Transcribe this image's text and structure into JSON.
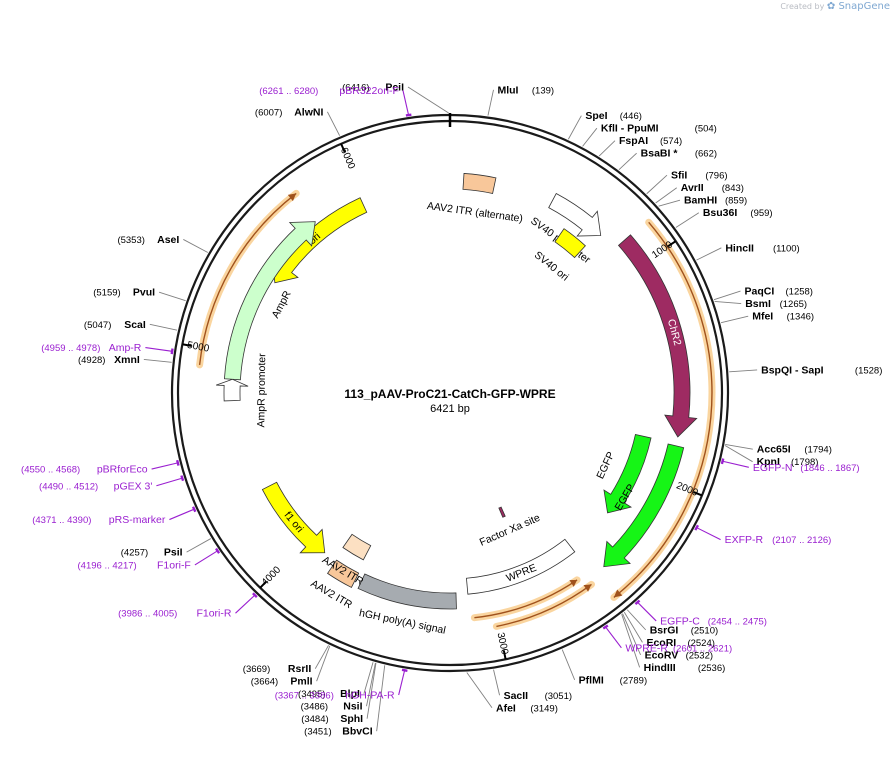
{
  "credit": {
    "prefix": "Created by",
    "brand": "SnapGene"
  },
  "plasmid": {
    "name": "113_pAAV-ProC21-CatCh-GFP-WPRE",
    "length_label": "6421 bp",
    "length": 6421
  },
  "colors": {
    "ori": "#ffff00",
    "itr": "#f8c79a",
    "itr_alt": "#fce0c2",
    "promoter": "#ffffff",
    "sv40ori": "#ffff00",
    "chr2": "#9e2b62",
    "egfp": "#16f516",
    "polyA": "#a6abb0",
    "wpre": "#ffffff",
    "ampR": "#ccffcc",
    "f1ori": "#ffff00",
    "highlight": "#f6b350",
    "primer": "#9a1fd0",
    "enzyme_line": "#808080",
    "ring": "#1a1a1a"
  },
  "ticks": [
    {
      "label": "1000",
      "bp": 1000
    },
    {
      "label": "2000",
      "bp": 2000
    },
    {
      "label": "3000",
      "bp": 3000
    },
    {
      "label": "4000",
      "bp": 4000
    },
    {
      "label": "5000",
      "bp": 5000
    },
    {
      "label": "6000",
      "bp": 6000
    }
  ],
  "enzymes": [
    {
      "name": "PciI",
      "pos": "(6416)",
      "bp": 6416,
      "side": "left"
    },
    {
      "name": "MluI",
      "pos": "(139)",
      "bp": 139,
      "side": "right"
    },
    {
      "name": "SpeI",
      "pos": "(446)",
      "bp": 446,
      "side": "right"
    },
    {
      "name": "KflI  - PpuMI",
      "pos": "(504)",
      "bp": 504,
      "side": "right"
    },
    {
      "name": "FspAI",
      "pos": "(574)",
      "bp": 574,
      "side": "right"
    },
    {
      "name": "BsaBI *",
      "pos": "(662)",
      "bp": 662,
      "side": "right"
    },
    {
      "name": "SfiI",
      "pos": "(796)",
      "bp": 796,
      "side": "right"
    },
    {
      "name": "AvrII",
      "pos": "(843)",
      "bp": 843,
      "side": "right"
    },
    {
      "name": "BamHI",
      "pos": "(859)",
      "bp": 859,
      "side": "right"
    },
    {
      "name": "Bsu36I",
      "pos": "(959)",
      "bp": 959,
      "side": "right"
    },
    {
      "name": "HincII",
      "pos": "(1100)",
      "bp": 1100,
      "side": "right"
    },
    {
      "name": "PaqCI",
      "pos": "(1258)",
      "bp": 1258,
      "side": "right"
    },
    {
      "name": "BsmI",
      "pos": "(1265)",
      "bp": 1265,
      "side": "right"
    },
    {
      "name": "MfeI",
      "pos": "(1346)",
      "bp": 1346,
      "side": "right"
    },
    {
      "name": "BspQI  - SapI",
      "pos": "(1528)",
      "bp": 1528,
      "side": "right"
    },
    {
      "name": "Acc65I",
      "pos": "(1794)",
      "bp": 1794,
      "side": "right"
    },
    {
      "name": "KpnI",
      "pos": "(1798)",
      "bp": 1798,
      "side": "right"
    },
    {
      "name": "BsrGI",
      "pos": "(2510)",
      "bp": 2510,
      "side": "right"
    },
    {
      "name": "EcoRI",
      "pos": "(2524)",
      "bp": 2524,
      "side": "right"
    },
    {
      "name": "EcoRV",
      "pos": "(2532)",
      "bp": 2532,
      "side": "right"
    },
    {
      "name": "HindIII",
      "pos": "(2536)",
      "bp": 2536,
      "side": "right"
    },
    {
      "name": "PflMI",
      "pos": "(2789)",
      "bp": 2789,
      "side": "right"
    },
    {
      "name": "SacII",
      "pos": "(3051)",
      "bp": 3051,
      "side": "right"
    },
    {
      "name": "AfeI",
      "pos": "(3149)",
      "bp": 3149,
      "side": "right"
    },
    {
      "name": "BbvCI",
      "pos": "(3451)",
      "bp": 3451,
      "side": "left"
    },
    {
      "name": "SphI",
      "pos": "(3484)",
      "bp": 3484,
      "side": "left"
    },
    {
      "name": "NsiI",
      "pos": "(3486)",
      "bp": 3486,
      "side": "left"
    },
    {
      "name": "BlpI",
      "pos": "(3495)",
      "bp": 3495,
      "side": "left"
    },
    {
      "name": "PmlI",
      "pos": "(3664)",
      "bp": 3664,
      "side": "left"
    },
    {
      "name": "RsrII",
      "pos": "(3669)",
      "bp": 3669,
      "side": "left"
    },
    {
      "name": "PsiI",
      "pos": "(4257)",
      "bp": 4257,
      "side": "left"
    },
    {
      "name": "XmnI",
      "pos": "(4928)",
      "bp": 4928,
      "side": "left"
    },
    {
      "name": "ScaI",
      "pos": "(5047)",
      "bp": 5047,
      "side": "left"
    },
    {
      "name": "PvuI",
      "pos": "(5159)",
      "bp": 5159,
      "side": "left"
    },
    {
      "name": "AseI",
      "pos": "(5353)",
      "bp": 5353,
      "side": "left"
    },
    {
      "name": "AlwNI",
      "pos": "(6007)",
      "bp": 6007,
      "side": "left"
    }
  ],
  "primers": [
    {
      "name": "pBR322ori-F",
      "range": "(6261 .. 6280)",
      "bp": 6270,
      "side": "left"
    },
    {
      "name": "EGFP-N",
      "range": "(1846 .. 1867)",
      "bp": 1856,
      "side": "right"
    },
    {
      "name": "EXFP-R",
      "range": "(2107 .. 2126)",
      "bp": 2116,
      "side": "right"
    },
    {
      "name": "EGFP-C",
      "range": "(2454 .. 2475)",
      "bp": 2464,
      "side": "right"
    },
    {
      "name": "WPRE-R",
      "range": "(2601 .. 2621)",
      "bp": 2611,
      "side": "right"
    },
    {
      "name": "hGH-PA-R",
      "range": "(3367 .. 3386)",
      "bp": 3376,
      "side": "left"
    },
    {
      "name": "F1ori-R",
      "range": "(3986 .. 4005)",
      "bp": 3995,
      "side": "left"
    },
    {
      "name": "F1ori-F",
      "range": "(4196 .. 4217)",
      "bp": 4206,
      "side": "left"
    },
    {
      "name": "pRS-marker",
      "range": "(4371 .. 4390)",
      "bp": 4380,
      "side": "left"
    },
    {
      "name": "pGEX 3'",
      "range": "(4490 .. 4512)",
      "bp": 4501,
      "side": "left"
    },
    {
      "name": "pBRforEco",
      "range": "(4550 .. 4568)",
      "bp": 4559,
      "side": "left"
    },
    {
      "name": "Amp-R",
      "range": "(4959 .. 4978)",
      "bp": 4968,
      "side": "left"
    }
  ],
  "features": [
    {
      "name": "ori",
      "label": "ori",
      "start": 5390,
      "end": 5980,
      "strand": -1,
      "shape": "arrow",
      "color_key": "ori"
    },
    {
      "name": "aav2-itr-alternate",
      "label": "AAV2 ITR (alternate)",
      "start": 65,
      "end": 215,
      "strand": 0,
      "shape": "box",
      "color_key": "itr"
    },
    {
      "name": "sv40-promoter",
      "label": "SV40 promoter",
      "start": 500,
      "end": 780,
      "strand": 1,
      "shape": "outline-arrow",
      "color_key": "promoter"
    },
    {
      "name": "sv40-ori",
      "label": "SV40 ori",
      "start": 620,
      "end": 760,
      "strand": 0,
      "shape": "box",
      "color_key": "sv40ori"
    },
    {
      "name": "chr2",
      "label": "ChR2",
      "start": 870,
      "end": 1800,
      "strand": 1,
      "shape": "arrow",
      "color_key": "chr2"
    },
    {
      "name": "egfp-inner",
      "label": "EGFP",
      "start": 1830,
      "end": 2270,
      "strand": 1,
      "shape": "arrow",
      "color_key": "egfp"
    },
    {
      "name": "egfp-outer",
      "label": "EGFP",
      "start": 1840,
      "end": 2470,
      "strand": 1,
      "shape": "arrow",
      "color_key": "egfp"
    },
    {
      "name": "factor-xa-site",
      "label": "Factor Xa site",
      "start": 2780,
      "end": 2800,
      "strand": 0,
      "shape": "box",
      "color_key": "chr2"
    },
    {
      "name": "wpre",
      "label": "WPRE",
      "start": 2530,
      "end": 3120,
      "strand": 0,
      "shape": "box",
      "color_key": "wpre"
    },
    {
      "name": "hgh-polya-signal",
      "label": "hGH poly(A) signal",
      "start": 3180,
      "end": 3660,
      "strand": 0,
      "shape": "box",
      "color_key": "polyA"
    },
    {
      "name": "aav2-itr",
      "label": "AAV2 ITR",
      "start": 3690,
      "end": 3820,
      "strand": 0,
      "shape": "box",
      "color_key": "itr"
    },
    {
      "name": "aav2-itr-upper",
      "label": "AAV2 ITR",
      "start": 3700,
      "end": 3830,
      "strand": 0,
      "shape": "box",
      "color_key": "itr_alt"
    },
    {
      "name": "f1-ori",
      "label": "f1 ori",
      "start": 3890,
      "end": 4330,
      "strand": -1,
      "shape": "arrow",
      "color_key": "f1ori"
    },
    {
      "name": "ampr-promoter",
      "label": "AmpR promoter",
      "start": 4780,
      "end": 4880,
      "strand": 1,
      "shape": "outline-arrow",
      "color_key": "promoter"
    },
    {
      "name": "ampr",
      "label": "AmpR",
      "start": 4880,
      "end": 5740,
      "strand": 1,
      "shape": "arrow",
      "color_key": "ampR"
    }
  ],
  "arcs": [
    {
      "name": "arc-right-top",
      "start": 880,
      "end": 2520,
      "strand": 1
    },
    {
      "name": "arc-bottom-1",
      "start": 2560,
      "end": 3010,
      "strand": -1
    },
    {
      "name": "arc-bottom-2",
      "start": 2600,
      "end": 3100,
      "strand": -1
    },
    {
      "name": "arc-left",
      "start": 4930,
      "end": 5750,
      "strand": 1
    }
  ]
}
